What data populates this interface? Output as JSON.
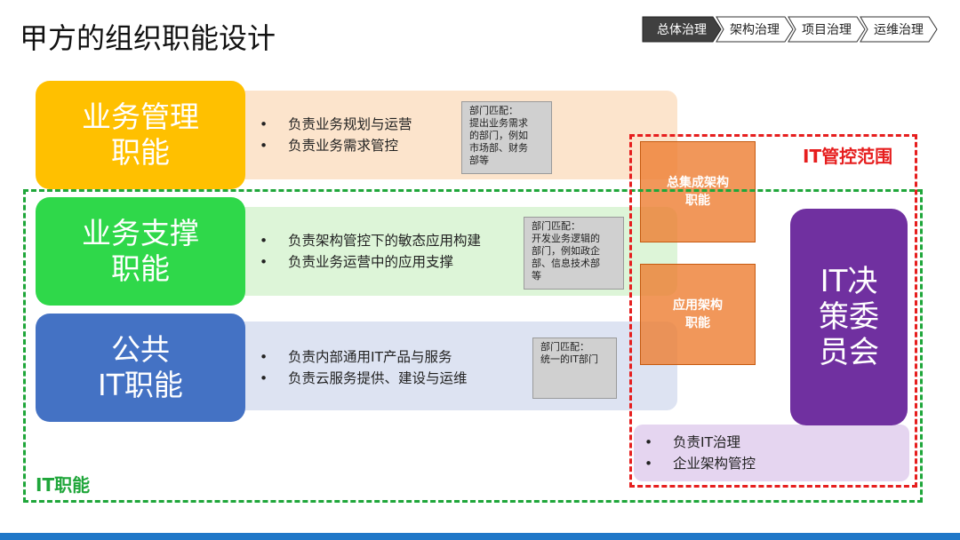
{
  "page": {
    "title": "甲方的组织职能设计"
  },
  "nav": {
    "steps": [
      {
        "label": "总体治理",
        "active": true
      },
      {
        "label": "架构治理",
        "active": false
      },
      {
        "label": "项目治理",
        "active": false
      },
      {
        "label": "运维治理",
        "active": false
      }
    ]
  },
  "rows": [
    {
      "title_lines": [
        "业务管理",
        "职能"
      ],
      "color": "#FFC000",
      "band_color": "#FCE4CC",
      "bullets": [
        "负责业务规划与运营",
        "负责业务需求管控"
      ],
      "note": "部门匹配：\n提出业务需求\n的部门，例如\n市场部、财务\n部等"
    },
    {
      "title_lines": [
        "业务支撑",
        "职能"
      ],
      "color": "#2FD84A",
      "band_color": "#DDF5D8",
      "bullets": [
        "负责架构管控下的敏态应用构建",
        "负责业务运营中的应用支撑"
      ],
      "note": "部门匹配：\n开发业务逻辑的\n部门，例如政企\n部、信息技术部\n等"
    },
    {
      "title_lines": [
        "公共",
        "IT职能"
      ],
      "color": "#4472C4",
      "band_color": "#DDE3F2",
      "bullets": [
        "负责内部通用IT产品与服务",
        "负责云服务提供、建设与运维"
      ],
      "note": "部门匹配：\n统一的IT部门"
    }
  ],
  "architecture": {
    "boxes": [
      {
        "lines": [
          "总集成架构",
          "职能"
        ]
      },
      {
        "lines": [
          "应用架构",
          "职能"
        ]
      }
    ],
    "color": "#ED7D31"
  },
  "committee": {
    "lines": [
      "IT决",
      "策委",
      "员会"
    ],
    "color": "#7030A0"
  },
  "governance": {
    "bullets": [
      "负责IT治理",
      "企业架构管控"
    ],
    "color": "#E5D5F0"
  },
  "scopes": {
    "it_control": {
      "label": "IT管控范围",
      "color": "#E61E1E"
    },
    "it_function": {
      "label": "IT职能",
      "color": "#1FA63A"
    }
  },
  "footer": {
    "color": "#1F77C8"
  }
}
